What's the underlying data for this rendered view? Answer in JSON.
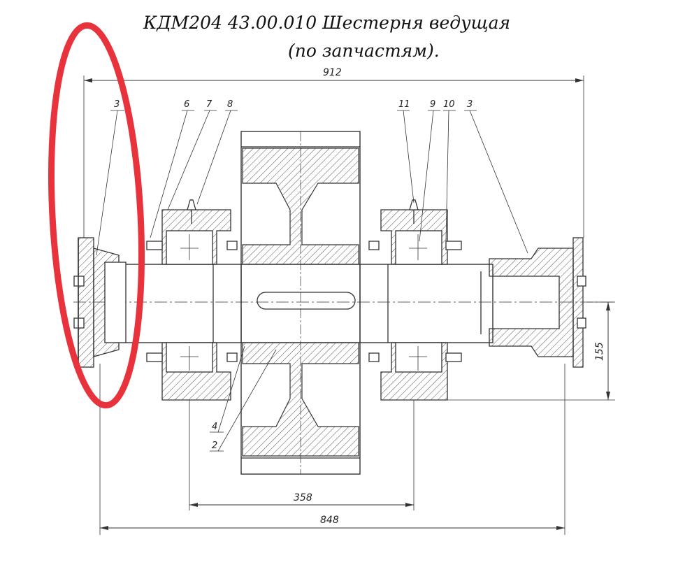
{
  "title": {
    "line1": "КДМ204 43.00.010 Шестерня ведущая",
    "line2": "(по запчастям)."
  },
  "dimensions": {
    "overall_top": "912",
    "overall_bottom": "848",
    "bearing_span": "358",
    "radius_right": "155"
  },
  "part_labels": {
    "p3_left": "3",
    "p6": "6",
    "p7": "7",
    "p8": "8",
    "p11": "11",
    "p9": "9",
    "p10": "10",
    "p3_right": "3",
    "p4": "4",
    "p2": "2"
  },
  "colors": {
    "highlight": "#e8323c",
    "line": "#333333"
  }
}
